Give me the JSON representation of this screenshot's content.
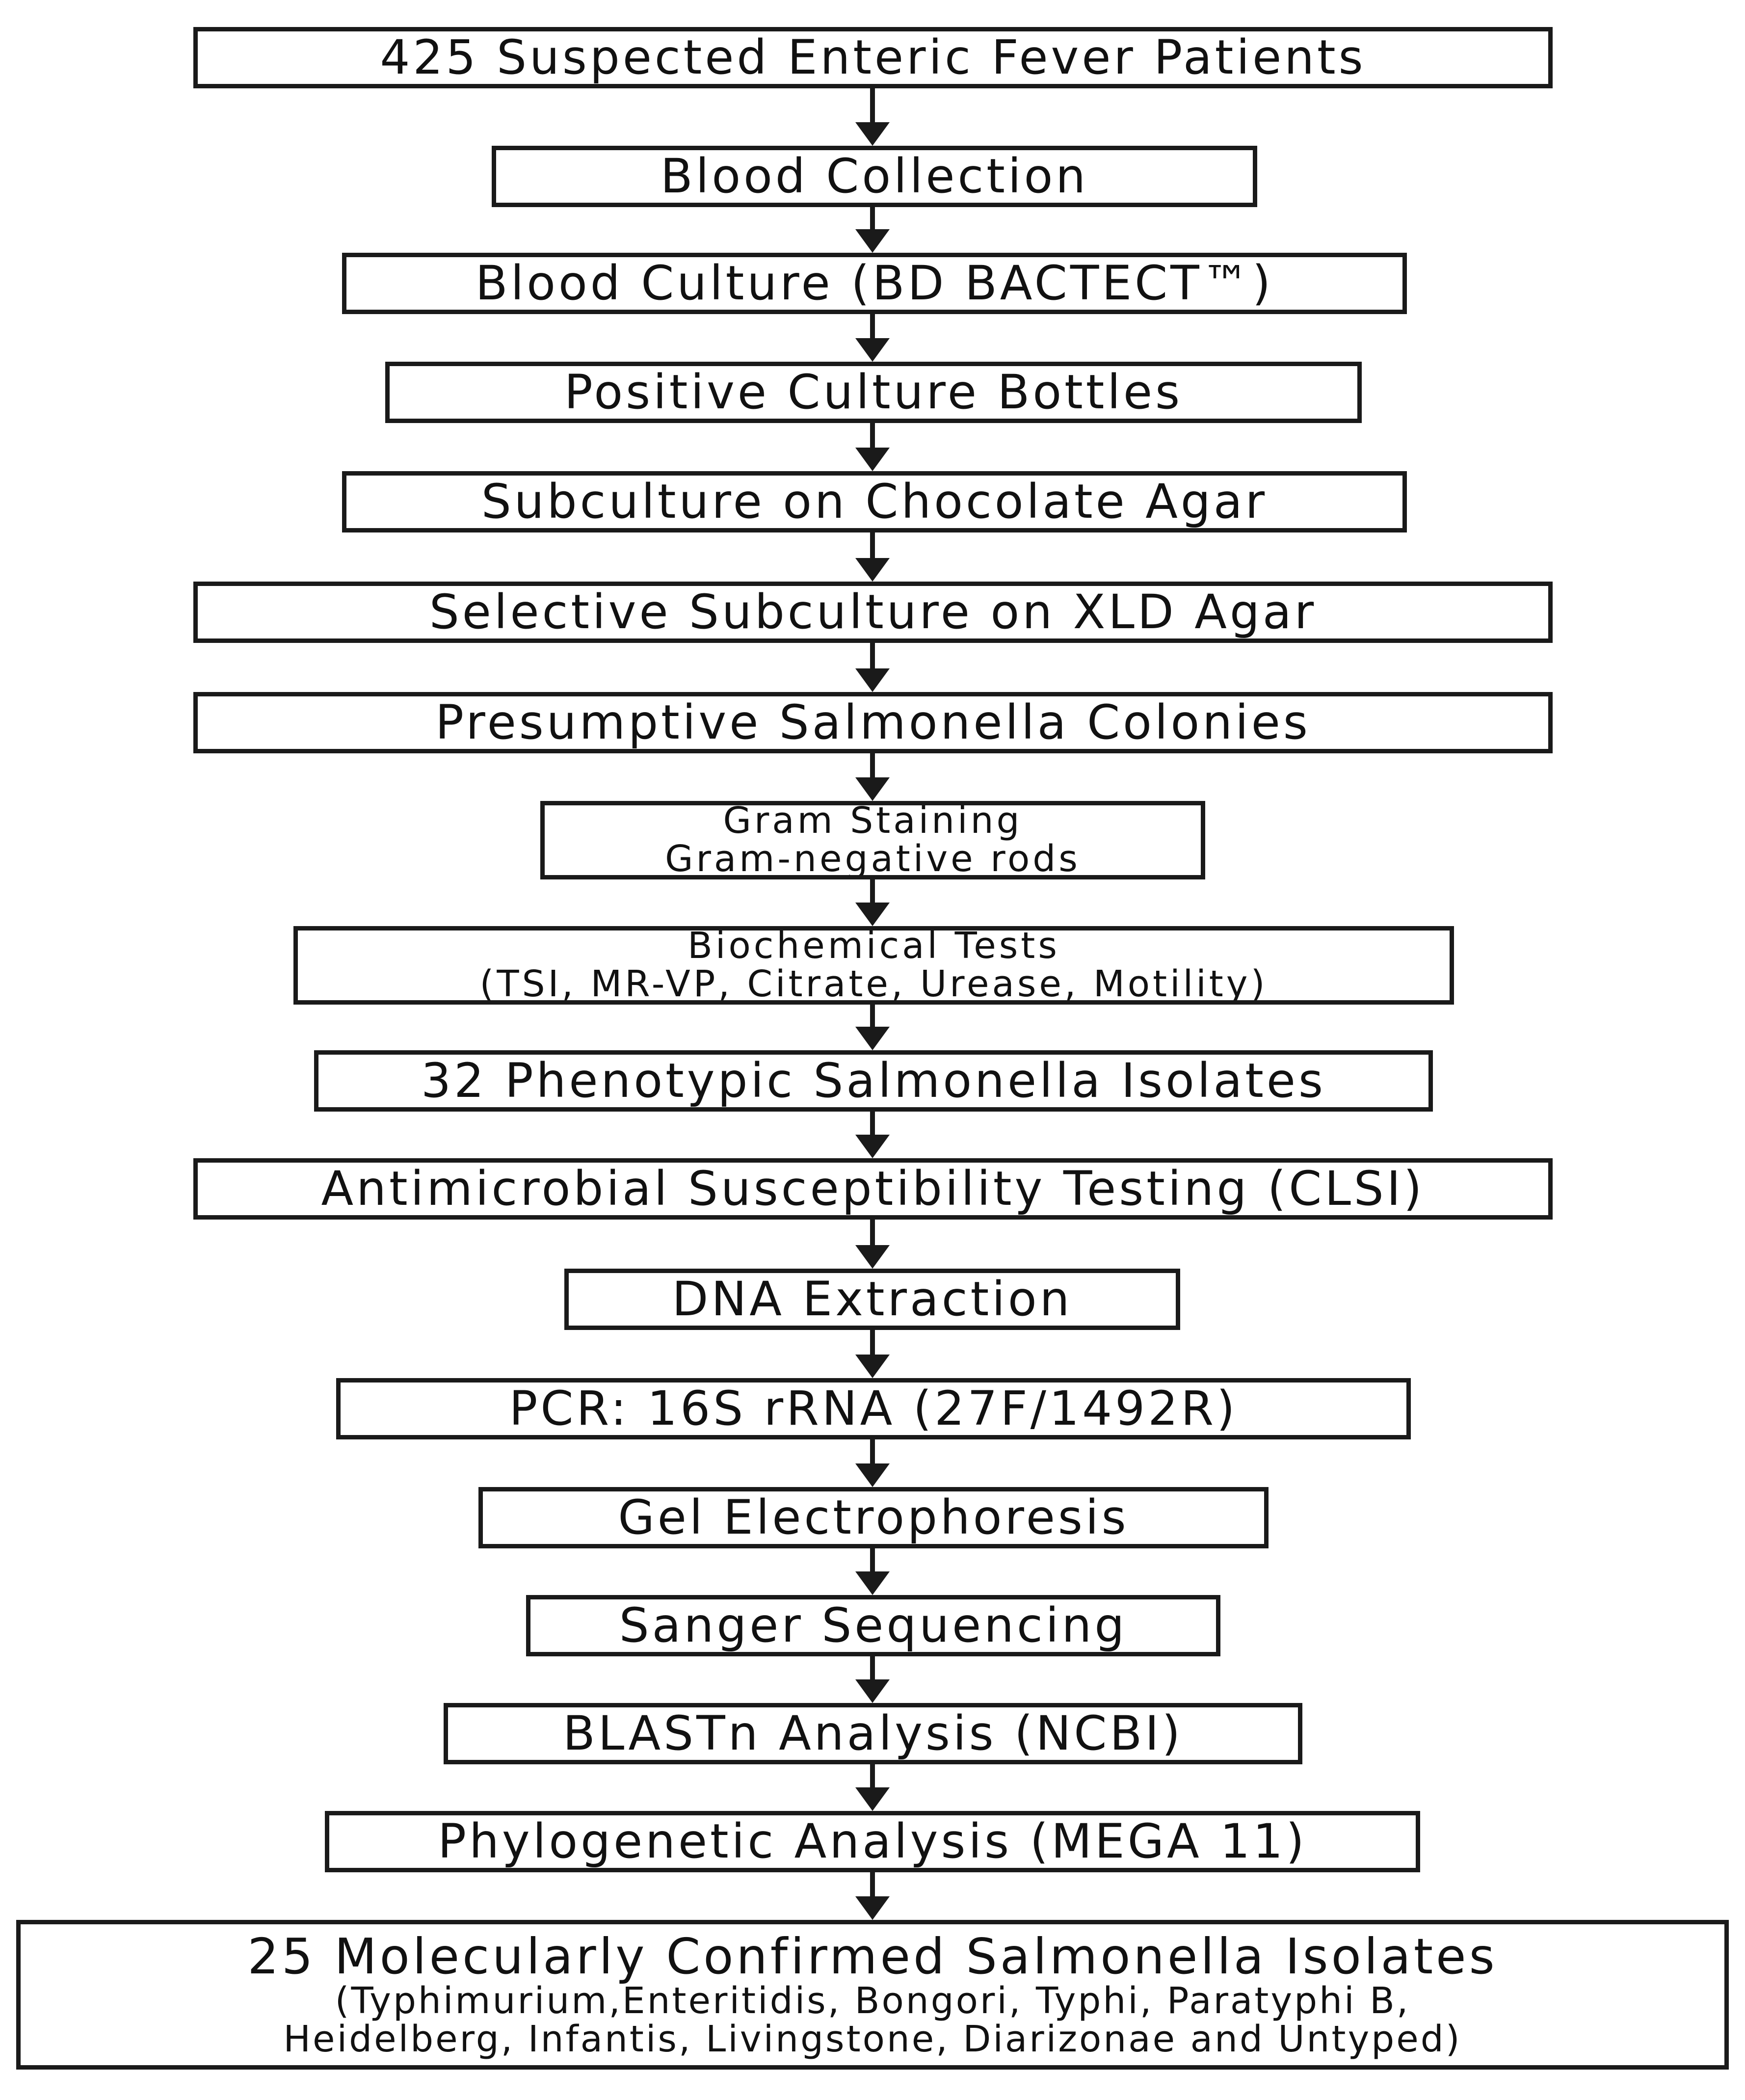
{
  "steps": [
    {
      "id": "patients",
      "lines": [
        "425 Suspected Enteric Fever Patients"
      ]
    },
    {
      "id": "blood-collection",
      "lines": [
        "Blood Collection"
      ]
    },
    {
      "id": "blood-culture",
      "lines": [
        "Blood Culture (BD BACTECT™)"
      ]
    },
    {
      "id": "positive-bottles",
      "lines": [
        "Positive Culture Bottles"
      ]
    },
    {
      "id": "chocolate-agar",
      "lines": [
        "Subculture on Chocolate Agar"
      ]
    },
    {
      "id": "xld-agar",
      "lines": [
        "Selective Subculture on XLD Agar"
      ]
    },
    {
      "id": "presumptive-colonies",
      "lines": [
        "Presumptive Salmonella Colonies"
      ]
    },
    {
      "id": "gram-staining",
      "lines": [
        "Gram Staining",
        "Gram-negative rods"
      ]
    },
    {
      "id": "biochemical-tests",
      "lines": [
        "Biochemical Tests",
        "(TSI, MR-VP, Citrate, Urease, Motility)"
      ]
    },
    {
      "id": "phenotypic-isolates",
      "lines": [
        "32 Phenotypic Salmonella Isolates"
      ]
    },
    {
      "id": "ast",
      "lines": [
        "Antimicrobial Susceptibility Testing (CLSI)"
      ]
    },
    {
      "id": "dna-extraction",
      "lines": [
        "DNA Extraction"
      ]
    },
    {
      "id": "pcr",
      "lines": [
        "PCR: 16S rRNA (27F/1492R)"
      ]
    },
    {
      "id": "gel-electrophoresis",
      "lines": [
        "Gel Electrophoresis"
      ]
    },
    {
      "id": "sanger-sequencing",
      "lines": [
        "Sanger Sequencing"
      ]
    },
    {
      "id": "blastn",
      "lines": [
        "BLASTn Analysis (NCBI)"
      ]
    },
    {
      "id": "phylogenetic",
      "lines": [
        "Phylogenetic Analysis (MEGA 11)"
      ]
    },
    {
      "id": "confirmed-isolates",
      "lines": [
        "25 Molecularly Confirmed Salmonella Isolates",
        "(Typhimurium,Enteritidis, Bongori, Typhi, Paratyphi B,",
        "Heidelberg, Infantis, Livingstone, Diarizonae and Untyped)"
      ]
    }
  ],
  "colors": {
    "border": "#1a1a1a",
    "text": "#111111",
    "background": "#ffffff"
  }
}
